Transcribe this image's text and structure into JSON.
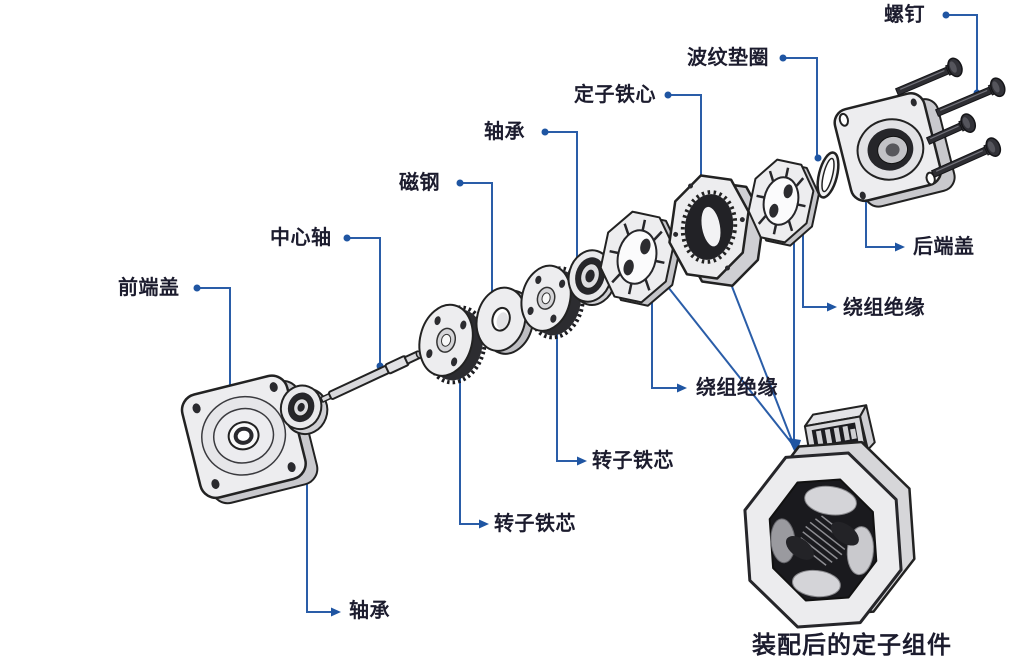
{
  "diagram": {
    "labels": {
      "screws": "螺钉",
      "wave_washer": "波纹垫圈",
      "stator_core": "定子铁心",
      "bearing_top": "轴承",
      "magnet": "磁钢",
      "center_shaft": "中心轴",
      "front_end_cover": "前端盖",
      "rear_end_cover": "后端盖",
      "winding_insulation_right": "绕组绝缘",
      "winding_insulation_middle": "绕组绝缘",
      "rotor_core_upper": "转子铁芯",
      "rotor_core_lower": "转子铁芯",
      "bearing_bottom": "轴承",
      "assembled_stator_caption": "装配后的定子组件"
    },
    "colors": {
      "leader_line": "#2a5da8",
      "leader_dot": "#1f55a2",
      "label_text": "#1c1c2e",
      "part_fill": "#ededef",
      "part_outline": "#222222",
      "background": "#ffffff"
    }
  }
}
